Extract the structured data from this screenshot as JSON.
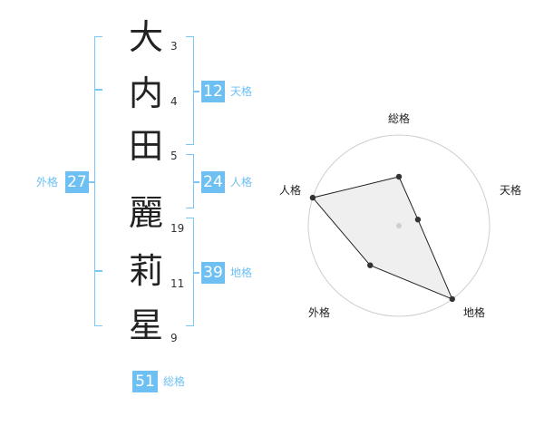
{
  "name": {
    "chars": [
      "大",
      "内",
      "田",
      "麗",
      "莉",
      "星"
    ],
    "strokes": [
      "3",
      "4",
      "5",
      "19",
      "11",
      "9"
    ]
  },
  "kaku": {
    "tenkaku": {
      "value": "12",
      "label": "天格"
    },
    "jinkaku": {
      "value": "24",
      "label": "人格"
    },
    "chikaku": {
      "value": "39",
      "label": "地格"
    },
    "gaikaku": {
      "value": "27",
      "label": "外格"
    },
    "soukaku": {
      "value": "51",
      "label": "総格"
    }
  },
  "radar": {
    "axes": [
      "総格",
      "天格",
      "地格",
      "外格",
      "人格"
    ],
    "values": [
      0.54,
      0.22,
      1.0,
      0.54,
      1.0
    ],
    "rings": 4
  },
  "colors": {
    "accent": "#6ec0f3",
    "bracket": "#7cc7f5"
  }
}
